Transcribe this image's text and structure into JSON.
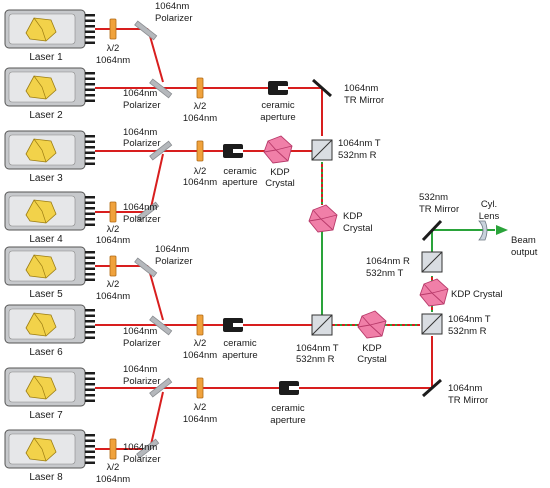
{
  "colors": {
    "red_beam": "#d81e1e",
    "green_beam": "#2aa33a",
    "laser_body": "#c7c9cc",
    "crystal_yellow": "#f2d24a",
    "waveplate": "#f0a23c",
    "kdp": "#f07fa8",
    "cube": "#d9dde2"
  },
  "lasers": [
    "Laser 1",
    "Laser 2",
    "Laser 3",
    "Laser 4",
    "Laser 5",
    "Laser 6",
    "Laser 7",
    "Laser 8"
  ],
  "labels": {
    "halfwave": "λ/2",
    "wavelength": "1064nm",
    "polarizer": "Polarizer",
    "polarizer_1064": "1064nm",
    "ceramic": "ceramic",
    "aperture": "aperture",
    "tr_mirror_1064_a": "1064nm",
    "tr_mirror_1064_b": "TR Mirror",
    "tr_mirror_532_a": "532nm",
    "tr_mirror_532_b": "TR Mirror",
    "cube_1064T_a": "1064nm T",
    "cube_532R_b": "532nm R",
    "cube_1064R_a": "1064nm R",
    "cube_532T_b": "532nm T",
    "kdp_crystal": "KDP Crystal",
    "kdp": "KDP",
    "crystal": "Crystal",
    "cyl": "Cyl.",
    "lens": "Lens",
    "beam": "Beam",
    "output": "output"
  }
}
